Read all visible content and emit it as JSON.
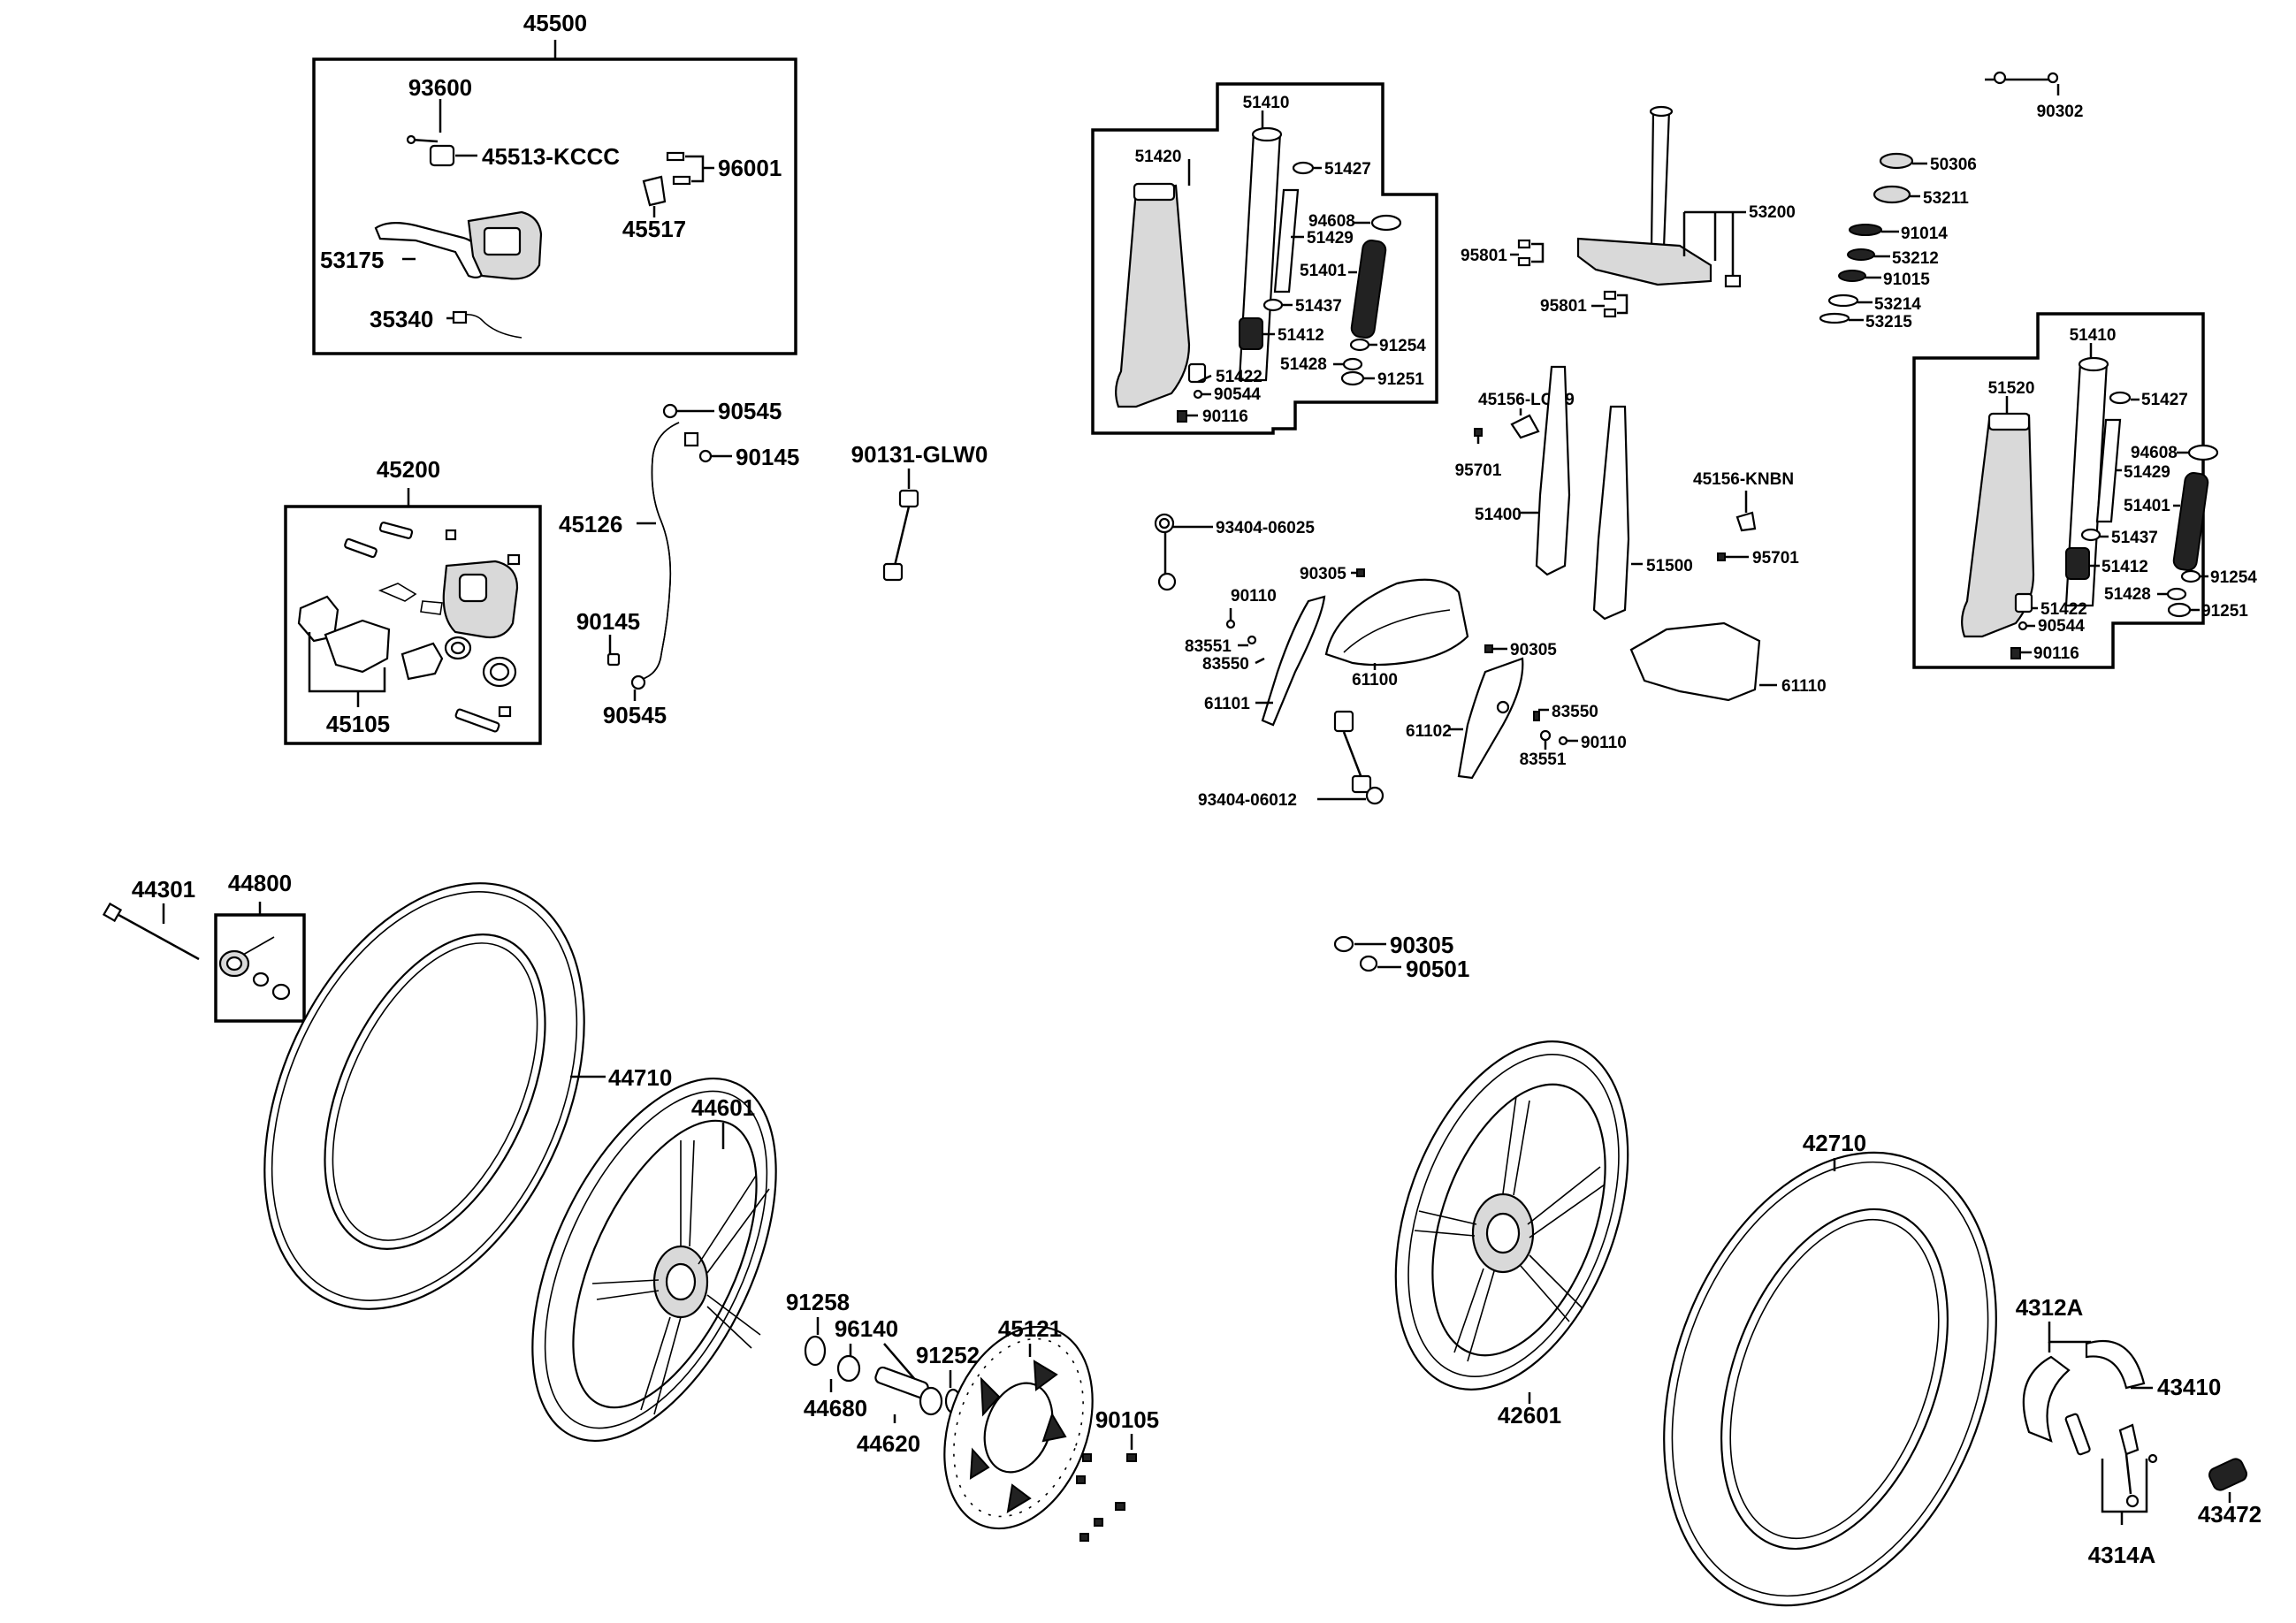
{
  "labels": {
    "l45500": "45500",
    "l93600": "93600",
    "l45513": "45513-KCCC",
    "l96001": "96001",
    "l45517": "45517",
    "l53175": "53175",
    "l35340": "35340",
    "l45200": "45200",
    "l45105": "45105",
    "l90545a": "90545",
    "l90145a": "90145",
    "l45126": "45126",
    "l90145b": "90145",
    "l90545b": "90545",
    "l90131": "90131-GLW0",
    "l51410a": "51410",
    "l51420": "51420",
    "l51427a": "51427",
    "l94608a": "94608",
    "l51429a": "51429",
    "l51401a": "51401",
    "l51437a": "51437",
    "l51412a": "51412",
    "l91254a": "91254",
    "l51428a": "51428",
    "l91251a": "91251",
    "l51422a": "51422",
    "l90544a": "90544",
    "l90116a": "90116",
    "l53200": "53200",
    "l95801a": "95801",
    "l95801b": "95801",
    "l50306": "50306",
    "l53211": "53211",
    "l91014": "91014",
    "l53212": "53212",
    "l91015": "91015",
    "l53214": "53214",
    "l53215": "53215",
    "l90302": "90302",
    "l45156lcb9": "45156-LCB9",
    "l95701a": "95701",
    "l51400": "51400",
    "l51500": "51500",
    "l45156knbn": "45156-KNBN",
    "l95701b": "95701",
    "l93404_06025": "93404-06025",
    "l90305a": "90305",
    "l90110a": "90110",
    "l83551a": "83551",
    "l83550a": "83550",
    "l61101": "61101",
    "l61100": "61100",
    "l90305b": "90305",
    "l61110": "61110",
    "l61102": "61102",
    "l83550b": "83550",
    "l90110b": "90110",
    "l83551b": "83551",
    "l93404_06012": "93404-06012",
    "l51410b": "51410",
    "l51520": "51520",
    "l51427b": "51427",
    "l94608b": "94608",
    "l51429b": "51429",
    "l51401b": "51401",
    "l51437b": "51437",
    "l51412b": "51412",
    "l91254b": "91254",
    "l51428b": "51428",
    "l91251b": "91251",
    "l51422b": "51422",
    "l90544b": "90544",
    "l90116b": "90116",
    "l44301": "44301",
    "l44800": "44800",
    "l44710": "44710",
    "l44601": "44601",
    "l91258": "91258",
    "l96140": "96140",
    "l91252": "91252",
    "l45121": "45121",
    "l44680": "44680",
    "l44620": "44620",
    "l90105": "90105",
    "l90305c": "90305",
    "l90501": "90501",
    "l42710": "42710",
    "l42601": "42601",
    "l4312A": "4312A",
    "l43410": "43410",
    "l43472": "43472",
    "l4314A": "4314A"
  }
}
